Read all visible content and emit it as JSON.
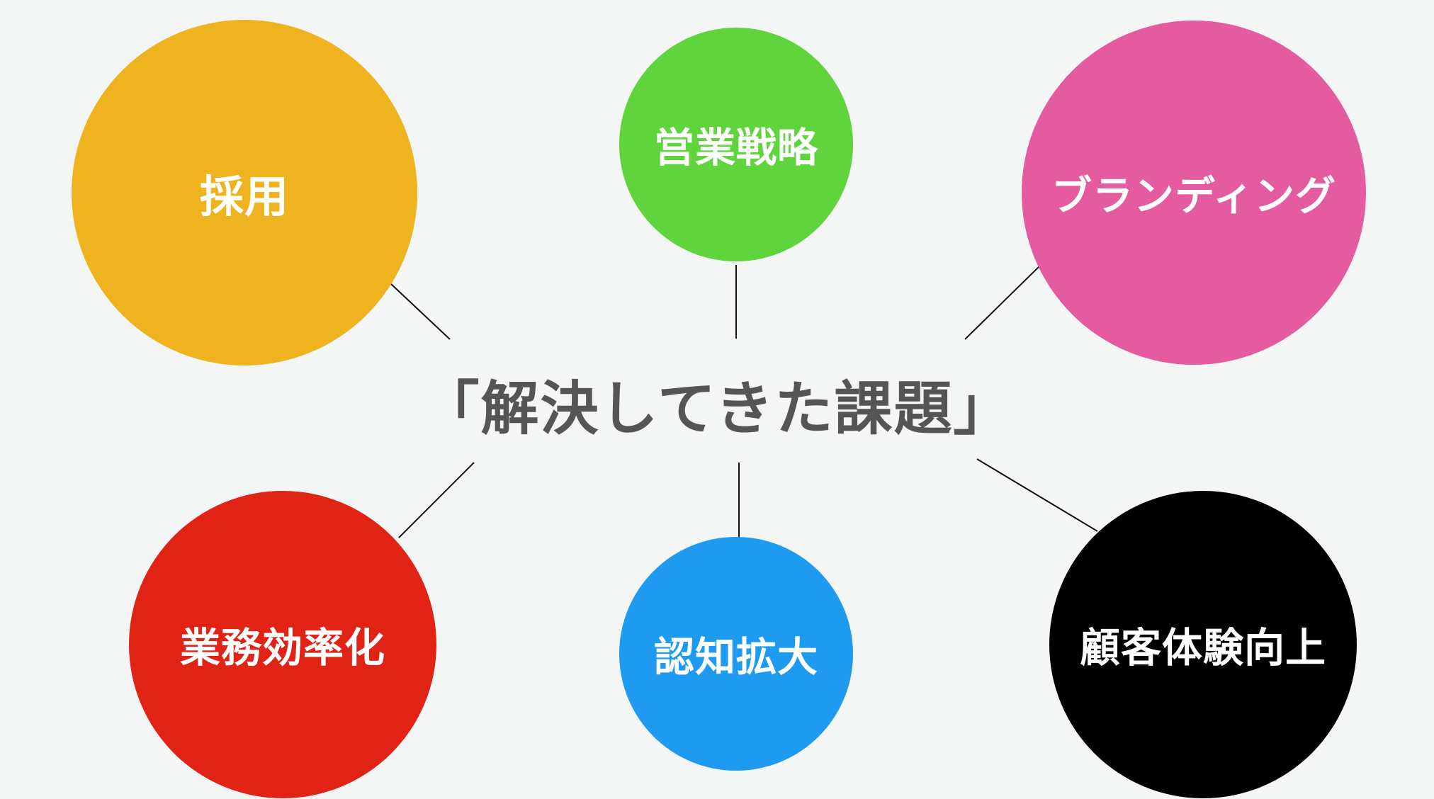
{
  "title": "「解決してきた課題」",
  "topics": [
    {
      "label": "採用",
      "color": "#eeb31f"
    },
    {
      "label": "営業戦略",
      "color": "#5fd43c"
    },
    {
      "label": "ブランディング",
      "color": "#e45ba0"
    },
    {
      "label": "業務効率化",
      "color": "#e02315"
    },
    {
      "label": "認知拡大",
      "color": "#1e9bf0"
    },
    {
      "label": "顧客体験向上",
      "color": "#000000"
    }
  ]
}
